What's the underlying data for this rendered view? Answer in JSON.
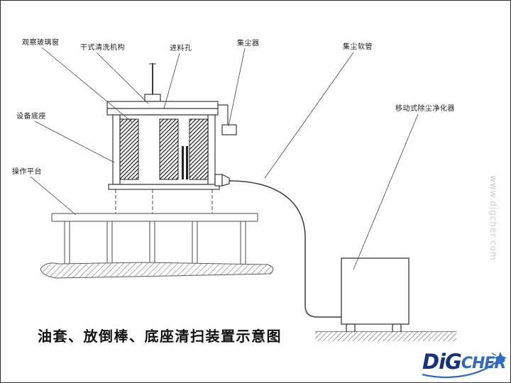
{
  "diagram": {
    "title": "油套、放倒棒、底座清扫装置示意图",
    "labels": {
      "observation_window": "观察玻璃窗",
      "dry_cleaning_mechanism": "干式清洗机构",
      "feed_hole": "进料孔",
      "dust_collector": "集尘器",
      "dust_hose": "集尘软管",
      "mobile_purifier": "移动式除尘净化器",
      "equipment_base": "设备底座",
      "operation_platform": "操作平台"
    }
  },
  "watermark": {
    "logo_main": "DiG",
    "logo_sub": "CHER",
    "site_url": "www.digcher.com",
    "colors": {
      "dark_blue": "#14337f",
      "light_blue": "#2e6ac5",
      "line": "#3a3a3a"
    }
  }
}
